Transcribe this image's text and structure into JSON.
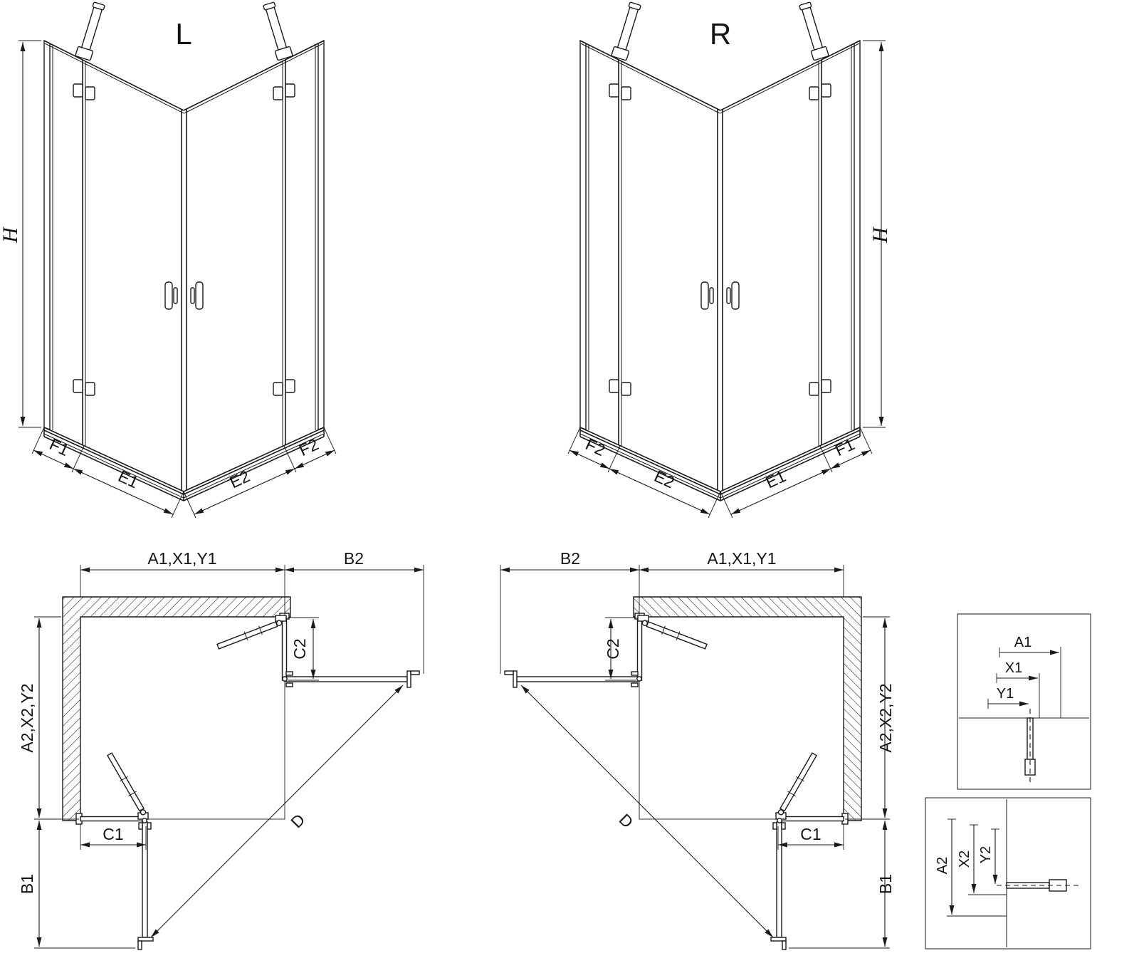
{
  "drawing": {
    "ink_color": "#1a1a1a",
    "front_left": {
      "title": "L",
      "dims": {
        "height": "H",
        "f1": "F1",
        "e1": "E1",
        "e2": "E2",
        "f2": "F2"
      }
    },
    "front_right": {
      "title": "R",
      "dims": {
        "height": "H",
        "f1": "F1",
        "e1": "E1",
        "e2": "E2",
        "f2": "F2"
      }
    },
    "plan_left": {
      "dims": {
        "width_top": "A1,X1,Y1",
        "return_top": "B2",
        "side_fixed": "C2",
        "depth_side": "A2,X2,Y2",
        "bottom_fixed": "C1",
        "door_span": "B1",
        "diagonal": "D"
      }
    },
    "plan_right": {
      "dims": {
        "width_top": "A1,X1,Y1",
        "return_top": "B2",
        "side_fixed": "C2",
        "depth_side": "A2,X2,Y2",
        "bottom_fixed": "C1",
        "door_span": "B1",
        "diagonal": "D"
      }
    },
    "detail_top": {
      "dims": {
        "a1": "A1",
        "x1": "X1",
        "y1": "Y1"
      }
    },
    "detail_bottom": {
      "dims": {
        "a2": "A2",
        "x2": "X2",
        "y2": "Y2"
      }
    }
  }
}
